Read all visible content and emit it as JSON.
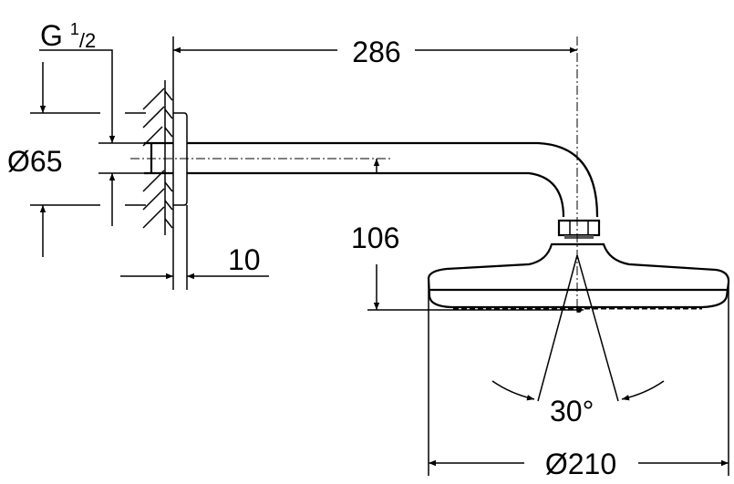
{
  "dimensions": {
    "thread": {
      "main": "G",
      "sup": "1",
      "sub": "/2"
    },
    "rosette_diameter": "Ø65",
    "arm_length": "286",
    "drop_height": "106",
    "rosette_depth": "10",
    "spray_angle": "30°",
    "head_diameter": "Ø210"
  }
}
